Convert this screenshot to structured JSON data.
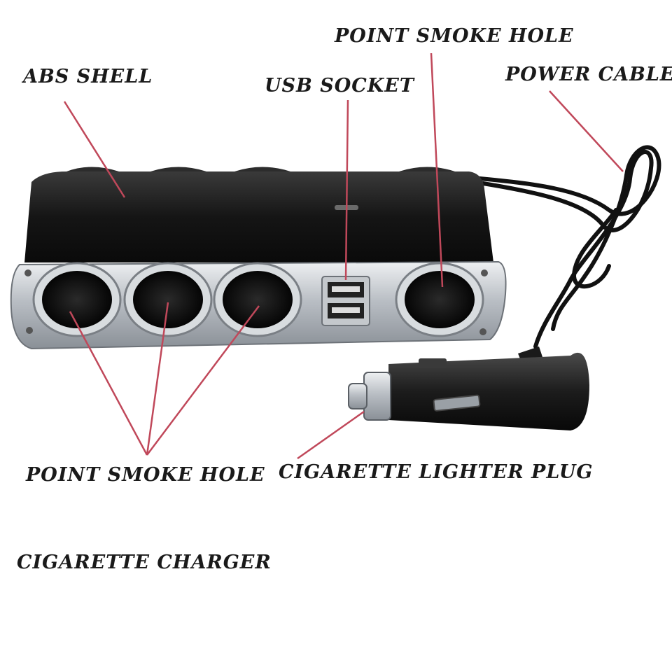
{
  "labels": {
    "abs_shell": "ABS SHELL",
    "usb_socket": "USB SOCKET",
    "point_smoke_hole_top": "POINT SMOKE HOLE",
    "power_cable": "POWER CABLE",
    "point_smoke_hole_bottom": "POINT SMOKE HOLE",
    "lighter_plug": "CIGARETTE LIGHTER PLUG",
    "product_name": "CIGARETTE CHARGER"
  },
  "colors": {
    "leader_line": "#c0485a",
    "label_text": "#1a1a1a",
    "body": "#1b1b1b",
    "chrome": "#c9cdd2"
  }
}
